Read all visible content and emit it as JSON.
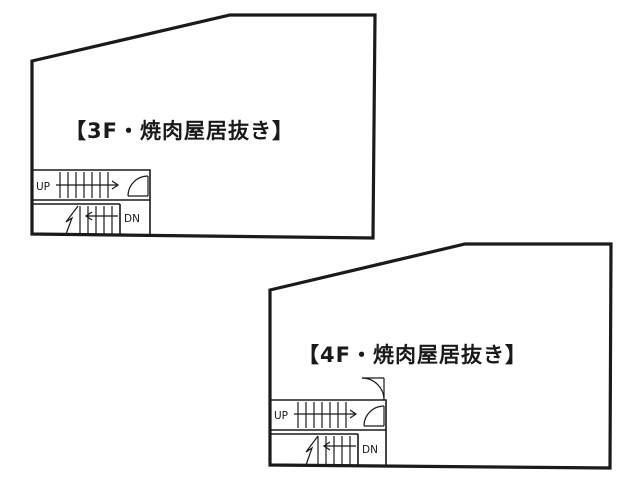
{
  "floors": [
    {
      "id": "3f",
      "label": "【3F・焼肉屋居抜き】",
      "stairs": {
        "up_label": "UP",
        "down_label": "DN"
      }
    },
    {
      "id": "4f",
      "label": "【4F・焼肉屋居抜き】",
      "stairs": {
        "up_label": "UP",
        "down_label": "DN"
      }
    }
  ],
  "colors": {
    "line": "#1a1a1a",
    "background": "#ffffff"
  }
}
